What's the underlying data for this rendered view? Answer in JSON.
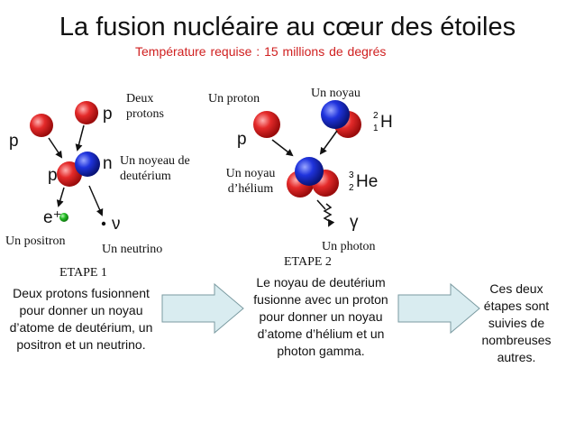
{
  "header": {
    "title": "La fusion nucléaire au cœur des étoiles",
    "subtitle": "Température requise :   15 millions de degrés"
  },
  "stage1": {
    "label": "ETAPE 1",
    "labels": {
      "two_protons": "Deux\nprotons",
      "deuterium_nucleus": "Un noyeau de\ndeutérium",
      "positron": "Un positron",
      "neutrino": "Un neutrino"
    },
    "symbols": {
      "proton": "p",
      "neutron": "n",
      "positron": "e⁺",
      "neutrino": "ν"
    },
    "description": "Deux protons fusionnent pour donner un noyau d’atome de deutérium, un positron et un neutrino."
  },
  "stage2": {
    "label": "ETAPE 2",
    "labels": {
      "a_proton": "Un proton",
      "a_nucleus": "Un noyau",
      "helium_nucleus": "Un noyau\nd’hélium",
      "photon": "Un photon"
    },
    "symbols": {
      "proton": "p",
      "hydrogen": "H",
      "hydrogen_mass": "2",
      "hydrogen_z": "1",
      "helium": "He",
      "helium_mass": "3",
      "helium_z": "2",
      "gamma": "γ"
    },
    "description": "Le noyau de deutérium fusionne avec un proton pour donner un noyau d’atome d’hélium et un photon gamma."
  },
  "conclusion": {
    "description": "Ces deux étapes sont suivies de nombreuses autres."
  },
  "colors": {
    "proton": "#e02424",
    "neutron": "#1a2fd8",
    "positron": "#22bb22",
    "subtitle": "#d02020",
    "arrow_fill": "#d9ecf0",
    "arrow_stroke": "#7a9aa0"
  }
}
